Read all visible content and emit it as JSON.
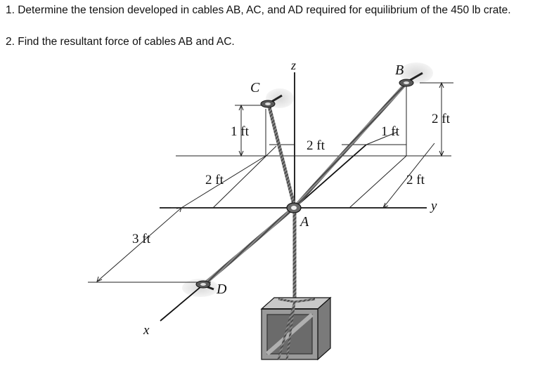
{
  "problem": {
    "question_1": "1. Determine the tension developed in cables AB, AC, and AD required for equilibrium of the 450 lb crate.",
    "question_2": "2. Find the resultant force of cables AB and AC."
  },
  "figure": {
    "points": {
      "A": "A",
      "B": "B",
      "C": "C",
      "D": "D"
    },
    "axes": {
      "x": "x",
      "y": "y",
      "z": "z"
    },
    "dimensions": {
      "c_height": "1 ft",
      "c_y_offset": "2 ft",
      "c_x_offset": "2 ft",
      "b_x_offset": "1 ft",
      "b_height": "2 ft",
      "b_y_offset": "2 ft",
      "d_x_offset": "3 ft"
    }
  }
}
